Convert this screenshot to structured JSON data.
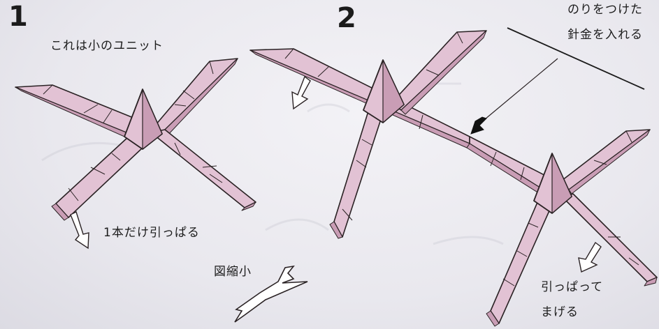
{
  "steps": [
    {
      "number": "1"
    },
    {
      "number": "2"
    }
  ],
  "labels": {
    "unit_note": "これは小のユニット",
    "pull_one": "1本だけ引っぱる",
    "reduced": "図縮小",
    "wire_line1": "のりをつけた",
    "wire_line2": "針金を入れる",
    "bend_line1": "引っぱって",
    "bend_line2": "まげる"
  },
  "colors": {
    "paper": "#e2c2d4",
    "paper_shade": "#c99db5",
    "outline": "#2a2224"
  }
}
